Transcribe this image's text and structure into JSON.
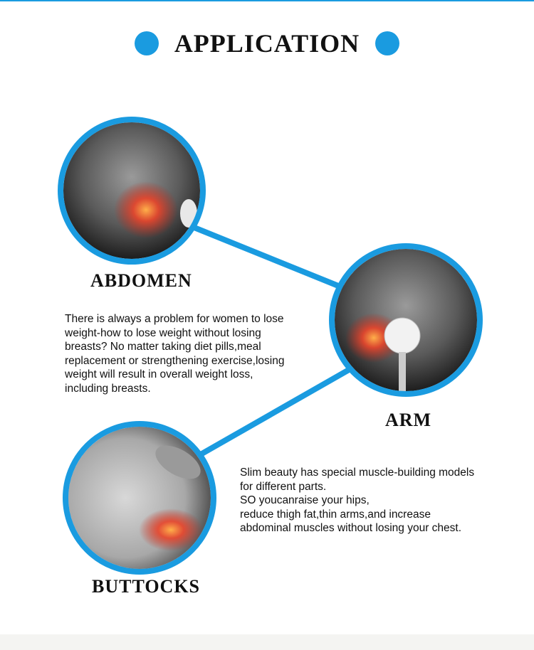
{
  "header": {
    "title": "APPLICATION"
  },
  "colors": {
    "accent": "#1a9be0"
  },
  "areas": [
    {
      "label": "ABDOMEN"
    },
    {
      "label": "ARM"
    },
    {
      "label": "BUTTOCKS"
    }
  ],
  "paragraph1": [
    "There is always a problem for women to lose",
    "weight-how to lose weight without losing",
    "breasts? No matter taking diet pills,meal",
    "replacement or strengthening exercise,losing",
    "weight will result in overall weight loss,",
    "including breasts."
  ],
  "paragraph2": [
    "Slim beauty has special muscle-building models",
    "for different parts.",
    "SO youcanraise your hips,",
    "reduce thigh fat,thin arms,and increase",
    "abdominal muscles without losing your chest."
  ]
}
